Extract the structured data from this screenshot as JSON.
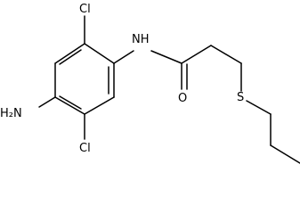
{
  "molecule": {
    "atoms": {
      "cl_top": "Cl",
      "cl_bottom": "Cl",
      "nh": "NH",
      "nh2": "H₂N",
      "o": "O",
      "s": "S"
    }
  },
  "colors": {
    "bond": "#000000",
    "background": "#ffffff"
  }
}
